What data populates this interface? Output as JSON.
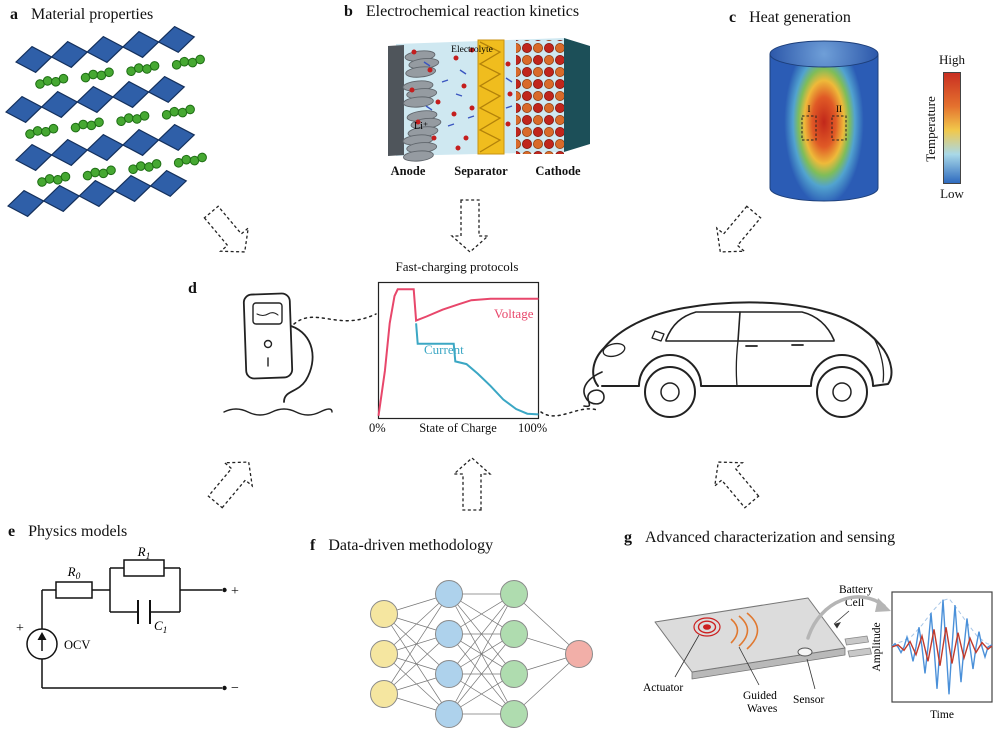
{
  "panels": {
    "a": {
      "letter": "a",
      "title": "Material properties"
    },
    "b": {
      "letter": "b",
      "title": "Electrochemical reaction kinetics",
      "electrolyte": "Electrolyte",
      "li_ion": "Li⁺",
      "anode": "Anode",
      "separator": "Separator",
      "cathode": "Cathode"
    },
    "c": {
      "letter": "c",
      "title": "Heat generation",
      "high": "High",
      "low": "Low",
      "temperature": "Temperature",
      "region_i": "I",
      "region_ii": "II"
    },
    "d": {
      "letter": "d",
      "chart_title": "Fast-charging protocols",
      "voltage": "Voltage",
      "current": "Current",
      "soc_min": "0%",
      "soc_label": "State of Charge",
      "soc_max": "100%"
    },
    "e": {
      "letter": "e",
      "title": "Physics models",
      "r0_base": "R",
      "r0_sub": "0",
      "r1_base": "R",
      "r1_sub": "1",
      "c1_base": "C",
      "c1_sub": "1",
      "ocv": "OCV",
      "source_plus": "+",
      "terminal_plus": "+",
      "terminal_minus": "−"
    },
    "f": {
      "letter": "f",
      "title": "Data-driven methodology",
      "network_layers": [
        3,
        4,
        4,
        1
      ]
    },
    "g": {
      "letter": "g",
      "title": "Advanced characterization and sensing",
      "battery_l1": "Battery",
      "battery_l2": "Cell",
      "actuator": "Actuator",
      "guided_l1": "Guided",
      "guided_l2": "Waves",
      "sensor": "Sensor",
      "amplitude": "Amplitude",
      "time": "Time"
    }
  },
  "chart_data": [
    {
      "id": "fast-charging-protocols",
      "type": "line",
      "title": "Fast-charging protocols",
      "xlabel": "State of Charge",
      "x_ticks": [
        "0%",
        "100%"
      ],
      "x_range": [
        0,
        1
      ],
      "y_range": [
        0,
        1
      ],
      "grid": false,
      "series": [
        {
          "name": "Voltage",
          "color": "#e8476b",
          "points": [
            [
              0,
              0.02
            ],
            [
              0.04,
              0.35
            ],
            [
              0.07,
              0.7
            ],
            [
              0.1,
              0.9
            ],
            [
              0.12,
              0.95
            ],
            [
              0.22,
              0.95
            ],
            [
              0.235,
              0.72
            ],
            [
              0.3,
              0.75
            ],
            [
              0.4,
              0.8
            ],
            [
              0.5,
              0.84
            ],
            [
              0.58,
              0.87
            ],
            [
              0.7,
              0.88
            ],
            [
              1,
              0.88
            ]
          ]
        },
        {
          "name": "Current",
          "color": "#3ba7c4",
          "points": [
            [
              0.235,
              0.7
            ],
            [
              0.245,
              0.55
            ],
            [
              0.47,
              0.55
            ],
            [
              0.48,
              0.42
            ],
            [
              0.55,
              0.4
            ],
            [
              0.62,
              0.33
            ],
            [
              0.7,
              0.24
            ],
            [
              0.78,
              0.14
            ],
            [
              0.86,
              0.07
            ],
            [
              0.93,
              0.035
            ],
            [
              1,
              0.03
            ]
          ]
        }
      ]
    },
    {
      "id": "sensor-signal",
      "type": "line",
      "xlabel": "Time",
      "ylabel": "Amplitude",
      "grid": false,
      "series": [
        {
          "name": "received-signal",
          "color": "#4a90d9",
          "points": [
            [
              0,
              0.5
            ],
            [
              0.03,
              0.53
            ],
            [
              0.06,
              0.5
            ],
            [
              0.09,
              0.45
            ],
            [
              0.12,
              0.5
            ],
            [
              0.15,
              0.59
            ],
            [
              0.18,
              0.5
            ],
            [
              0.21,
              0.37
            ],
            [
              0.24,
              0.5
            ],
            [
              0.27,
              0.68
            ],
            [
              0.3,
              0.5
            ],
            [
              0.33,
              0.26
            ],
            [
              0.36,
              0.5
            ],
            [
              0.39,
              0.81
            ],
            [
              0.42,
              0.5
            ],
            [
              0.45,
              0.12
            ],
            [
              0.48,
              0.5
            ],
            [
              0.51,
              0.93
            ],
            [
              0.54,
              0.5
            ],
            [
              0.57,
              0.07
            ],
            [
              0.6,
              0.5
            ],
            [
              0.63,
              0.88
            ],
            [
              0.66,
              0.5
            ],
            [
              0.69,
              0.18
            ],
            [
              0.72,
              0.5
            ],
            [
              0.75,
              0.76
            ],
            [
              0.78,
              0.5
            ],
            [
              0.81,
              0.3
            ],
            [
              0.84,
              0.5
            ],
            [
              0.87,
              0.64
            ],
            [
              0.9,
              0.5
            ],
            [
              0.93,
              0.41
            ],
            [
              0.96,
              0.5
            ],
            [
              1,
              0.52
            ]
          ]
        },
        {
          "name": "signal-envelope",
          "color": "#a9c7e8",
          "style": "dashed",
          "points": [
            [
              0,
              0.52
            ],
            [
              0.1,
              0.55
            ],
            [
              0.2,
              0.6
            ],
            [
              0.3,
              0.7
            ],
            [
              0.4,
              0.82
            ],
            [
              0.5,
              0.92
            ],
            [
              0.57,
              0.94
            ],
            [
              0.65,
              0.85
            ],
            [
              0.75,
              0.72
            ],
            [
              0.85,
              0.6
            ],
            [
              0.95,
              0.53
            ],
            [
              1,
              0.52
            ]
          ]
        },
        {
          "name": "reference-signal",
          "color": "#c0392b",
          "points": [
            [
              0,
              0.5
            ],
            [
              0.06,
              0.52
            ],
            [
              0.12,
              0.47
            ],
            [
              0.18,
              0.55
            ],
            [
              0.24,
              0.43
            ],
            [
              0.3,
              0.6
            ],
            [
              0.36,
              0.37
            ],
            [
              0.42,
              0.66
            ],
            [
              0.48,
              0.33
            ],
            [
              0.54,
              0.68
            ],
            [
              0.6,
              0.35
            ],
            [
              0.66,
              0.63
            ],
            [
              0.72,
              0.4
            ],
            [
              0.78,
              0.58
            ],
            [
              0.84,
              0.45
            ],
            [
              0.9,
              0.54
            ],
            [
              0.96,
              0.48
            ],
            [
              1,
              0.51
            ]
          ]
        }
      ]
    }
  ]
}
